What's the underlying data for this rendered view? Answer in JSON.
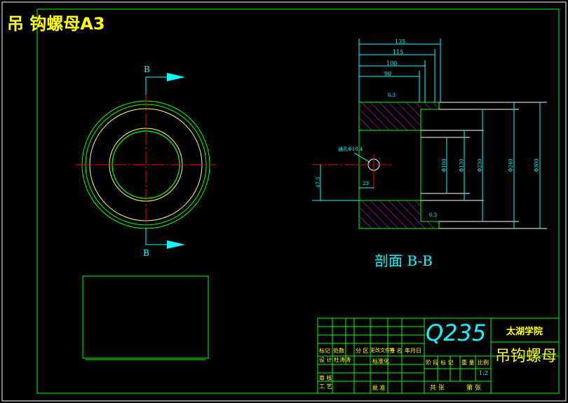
{
  "sheet": {
    "title": "吊 钩螺母A3",
    "section_label": "剖面 B-B",
    "cut_marks": [
      "B",
      "B"
    ]
  },
  "dimensions": {
    "top_chain": [
      "135",
      "115",
      "100",
      "90"
    ],
    "right_diameters": [
      "Φ100",
      "Φ130",
      "Φ230",
      "Φ240",
      "Φ300"
    ],
    "left_offset": "47.5",
    "hole_offset": "23",
    "hole_note": "通孔Φ18.4",
    "roughness": [
      "6.3",
      "6.3"
    ]
  },
  "title_block": {
    "material": "Q235",
    "school": "太湖学院",
    "part_name": "吊钩螺母",
    "change_headers": [
      "标记",
      "处数",
      "分 区",
      "更改文件号",
      "签 名",
      "年月日"
    ],
    "design_row": [
      "设 计",
      "杜涛涛",
      "标准化"
    ],
    "stage_headers": [
      "阶 段 标 记",
      "重 量",
      "比例"
    ],
    "scale": "1:2",
    "review": "审 核",
    "process": "工 艺",
    "approve": "批 准",
    "sheet_total": "共 张",
    "sheet_num": "第 张"
  },
  "colors": {
    "background": "#000000",
    "frame": "#00ff00",
    "center": "#ff0000",
    "dim": "#00ffff",
    "hatch": "#ff00ff",
    "title": "#ffff00",
    "outline": "#ffffff"
  }
}
